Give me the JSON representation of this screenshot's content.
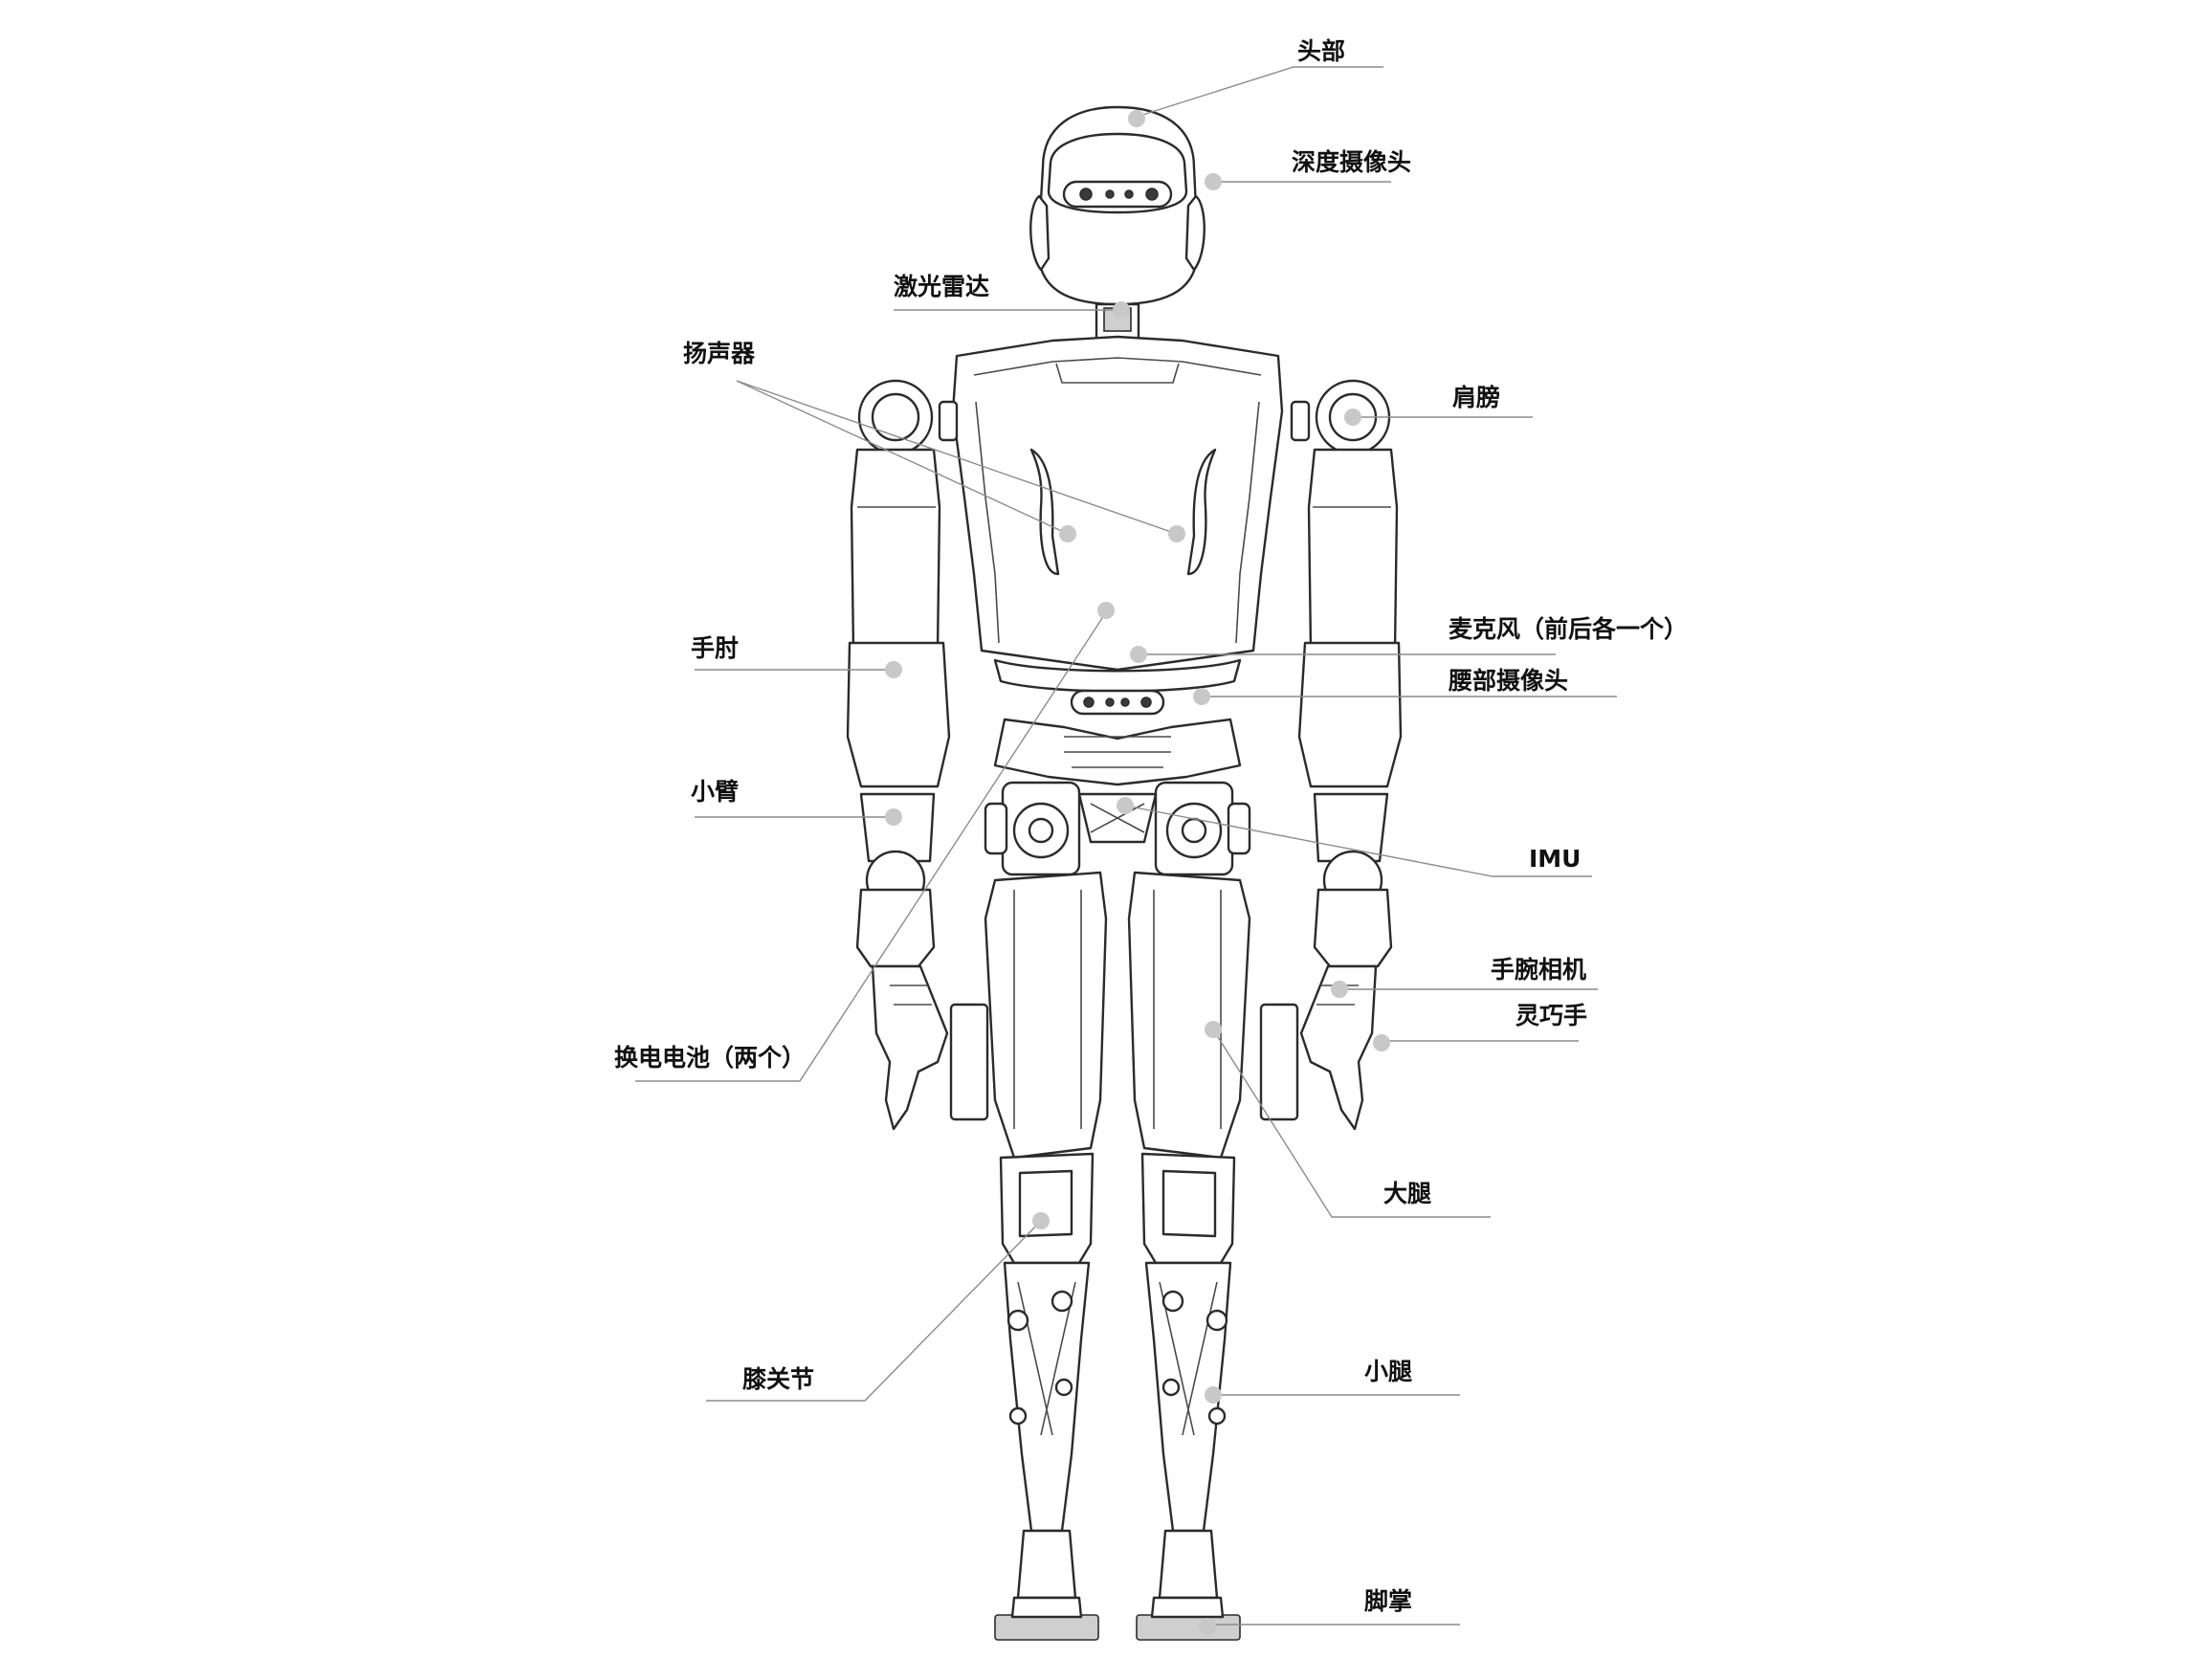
{
  "labels": [
    {
      "id": "head",
      "text": "头部"
    },
    {
      "id": "depth-camera",
      "text": "深度摄像头"
    },
    {
      "id": "lidar",
      "text": "激光雷达"
    },
    {
      "id": "speaker",
      "text": "扬声器"
    },
    {
      "id": "shoulder",
      "text": "肩膀"
    },
    {
      "id": "microphone",
      "text": "麦克风（前后各一个）"
    },
    {
      "id": "waist-camera",
      "text": "腰部摄像头"
    },
    {
      "id": "elbow",
      "text": "手肘"
    },
    {
      "id": "forearm",
      "text": "小臂"
    },
    {
      "id": "imu",
      "text": "IMU"
    },
    {
      "id": "wrist-camera",
      "text": "手腕相机"
    },
    {
      "id": "dexterous-hand",
      "text": "灵巧手"
    },
    {
      "id": "battery",
      "text": "换电电池（两个）"
    },
    {
      "id": "thigh",
      "text": "大腿"
    },
    {
      "id": "knee",
      "text": "膝关节"
    },
    {
      "id": "shank",
      "text": "小腿"
    },
    {
      "id": "foot",
      "text": "脚掌"
    }
  ],
  "colors": {
    "outline": "#2b2b2b",
    "leader": "#8c8c8c",
    "anchor": "#c8c8c8",
    "text": "#111111"
  }
}
